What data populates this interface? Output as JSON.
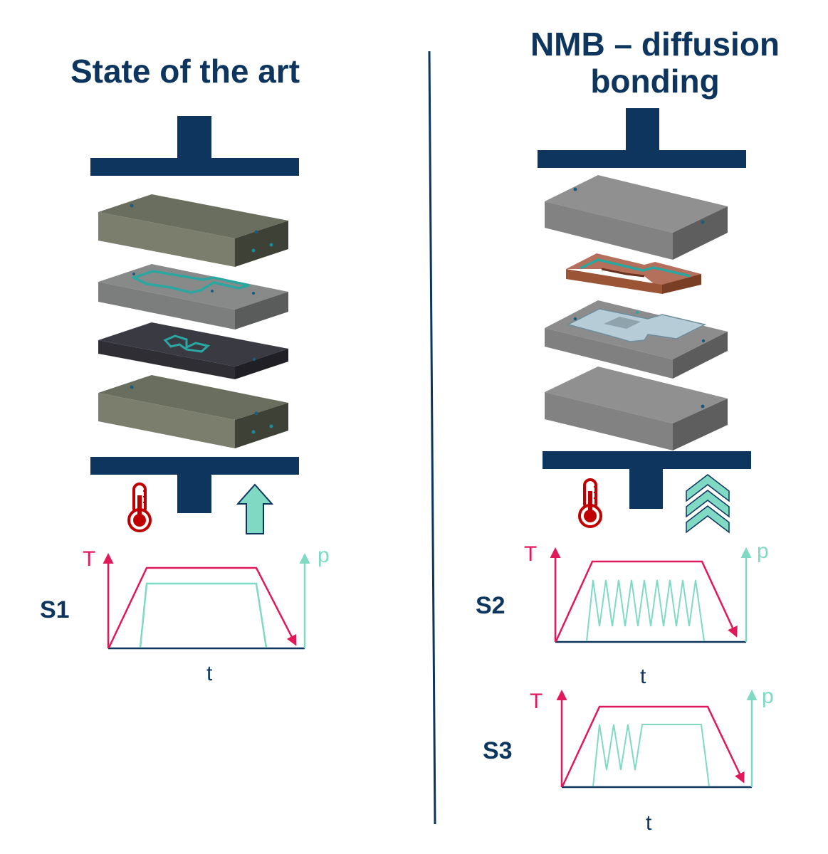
{
  "left": {
    "title": "State of the art",
    "chart": {
      "label": "S1",
      "y_left": "T",
      "y_right": "p",
      "x": "t"
    }
  },
  "right": {
    "title": "NMB – diffusion bonding",
    "chart_s2": {
      "label": "S2",
      "y_left": "T",
      "y_right": "p",
      "x": "t"
    },
    "chart_s3": {
      "label": "S3",
      "y_left": "T",
      "y_right": "p",
      "x": "t"
    }
  },
  "colors": {
    "navy": "#0d355e",
    "temperature": "#e0195b",
    "pressure": "#7fd9c3",
    "thermometer": "#c00000",
    "copper": "#a85a3c"
  },
  "icons": [
    "thermometer-icon",
    "pressure-arrow-icon",
    "pulsed-pressure-chevrons-icon"
  ]
}
